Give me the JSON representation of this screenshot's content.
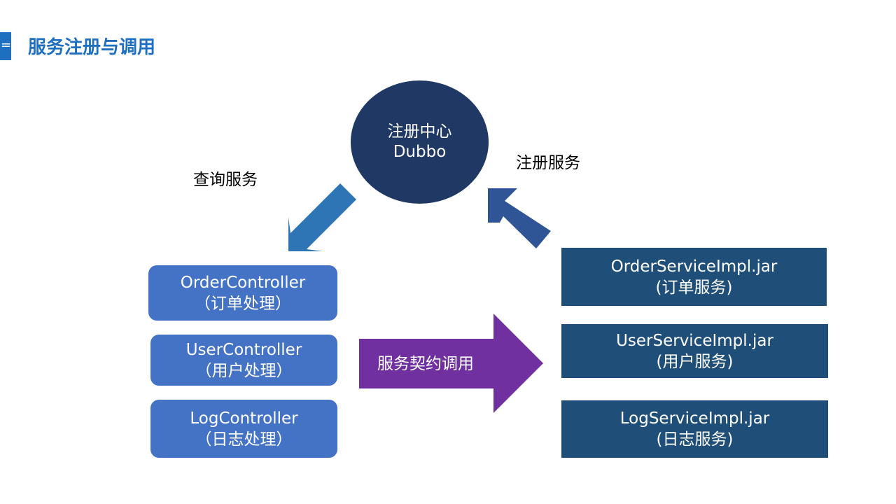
{
  "header": {
    "marker_glyph": "=",
    "title": "服务注册与调用"
  },
  "registry": {
    "line1": "注册中心",
    "line2": "Dubbo"
  },
  "labels": {
    "query": "查询服务",
    "register": "注册服务",
    "contract": "服务契约调用"
  },
  "controllers": [
    {
      "name": "OrderController",
      "desc": "（订单处理）"
    },
    {
      "name": "UserController",
      "desc": "（用户处理）"
    },
    {
      "name": "LogController",
      "desc": "（日志处理）"
    }
  ],
  "services": [
    {
      "name": "OrderServiceImpl.jar",
      "desc": "(订单服务)"
    },
    {
      "name": "UserServiceImpl.jar",
      "desc": "(用户服务)"
    },
    {
      "name": "LogServiceImpl.jar",
      "desc": "(日志服务)"
    }
  ],
  "colors": {
    "title": "#1f6fc1",
    "registry": "#1f3864",
    "controller": "#4472c4",
    "service": "#1f4e79",
    "query_arrow": "#2e75b6",
    "register_arrow": "#2f5597",
    "contract_arrow": "#7030a0"
  }
}
